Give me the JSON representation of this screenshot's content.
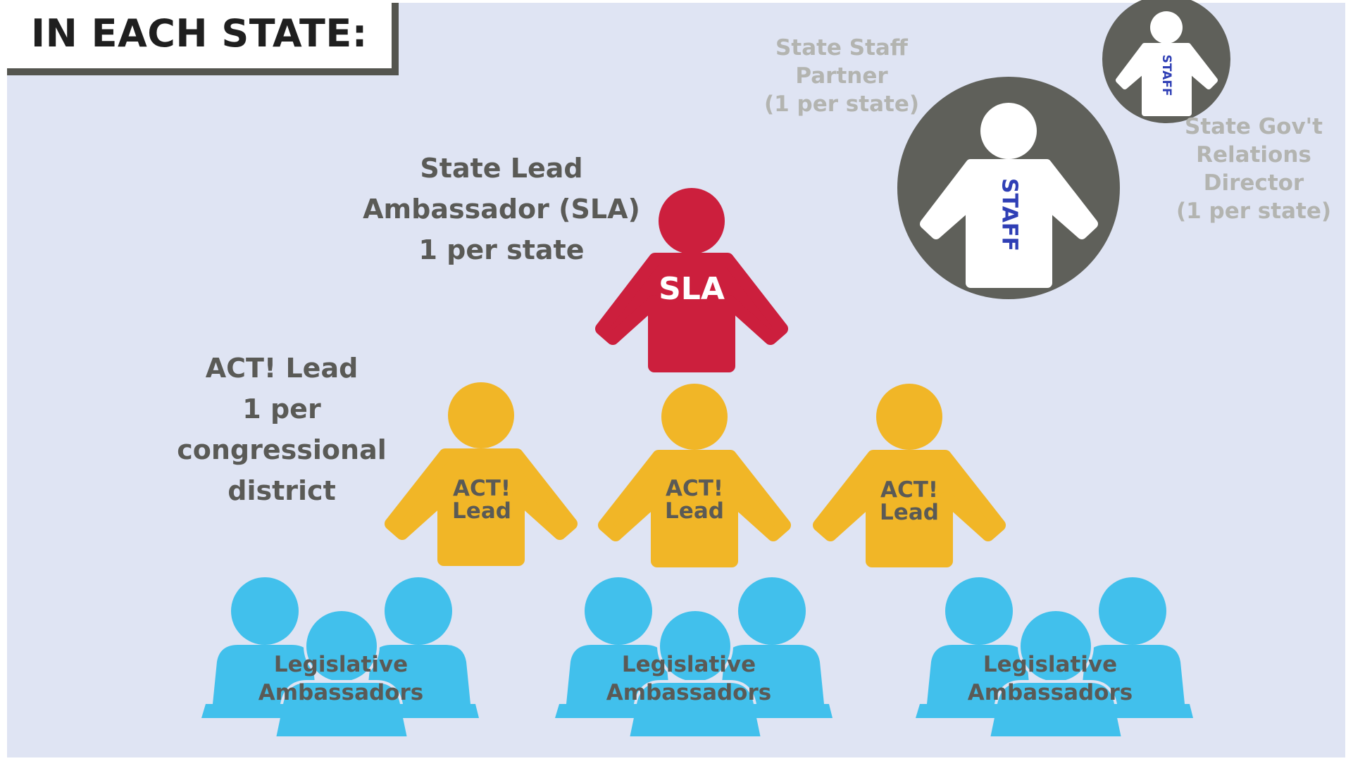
{
  "header": {
    "title": "IN EACH STATE:"
  },
  "labels": {
    "sla": [
      "State Lead",
      "Ambassador (SLA)",
      "1 per state"
    ],
    "act": [
      "ACT! Lead",
      "1 per congressional",
      "district"
    ],
    "staff_partner": [
      "State Staff",
      "Partner",
      "(1 per state)"
    ],
    "gov_relations": [
      "State Gov't",
      "Relations",
      "Director",
      "(1 per state)"
    ]
  },
  "figures": {
    "sla_shirt": "SLA",
    "staff_shirt": "STAFF",
    "act_leads": [
      {
        "line1": "ACT!",
        "line2": "Lead"
      },
      {
        "line1": "ACT!",
        "line2": "Lead"
      },
      {
        "line1": "ACT!",
        "line2": "Lead"
      }
    ],
    "ambassador_groups": [
      {
        "line1": "Legislative",
        "line2": "Ambassadors"
      },
      {
        "line1": "Legislative",
        "line2": "Ambassadors"
      },
      {
        "line1": "Legislative",
        "line2": "Ambassadors"
      }
    ]
  },
  "colors": {
    "background": "#dfe4f3",
    "sla": "#cc1f3d",
    "act_lead": "#f1b627",
    "ambassador": "#41c0ec",
    "staff_circle": "#5f605a",
    "staff_text": "#2f3fb5",
    "dark_text": "#5a5a56",
    "gray_text": "#b3b4b0"
  }
}
